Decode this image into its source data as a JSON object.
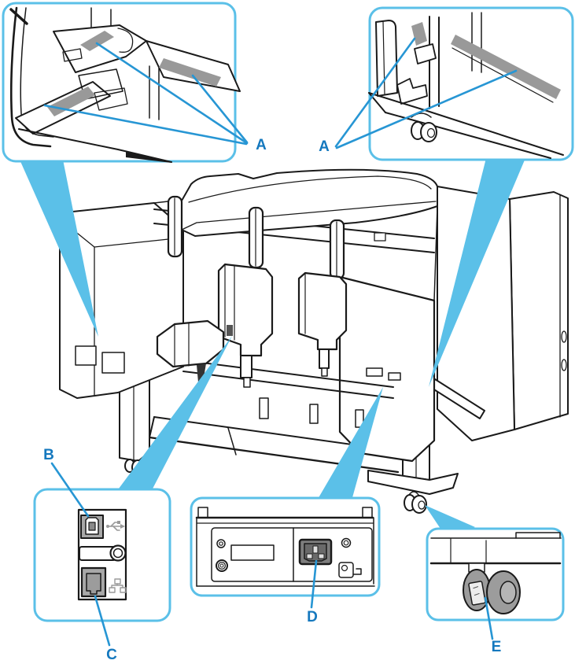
{
  "figure": {
    "callouts": [
      {
        "id": "carrying-grips-left-underside",
        "label": "A"
      },
      {
        "id": "carrying-grips-right-underside",
        "label": "A"
      },
      {
        "id": "usb-port",
        "label": "B"
      },
      {
        "id": "wired-lan-connector",
        "label": "C"
      },
      {
        "id": "power-cord-connector",
        "label": "D"
      },
      {
        "id": "caster",
        "label": "E"
      }
    ],
    "colors": {
      "accent_cyan": "#5BC0E8",
      "pointer_blue": "#2796D4",
      "label_blue": "#1478BE",
      "grip_slot_gray": "#999999",
      "port_gray": "#A8A8A8",
      "inlet_dark_gray": "#7E7E7E",
      "wheel_gray": "#9C9C9C",
      "line_black": "#1A1A1A",
      "background": "#FFFFFF"
    }
  }
}
